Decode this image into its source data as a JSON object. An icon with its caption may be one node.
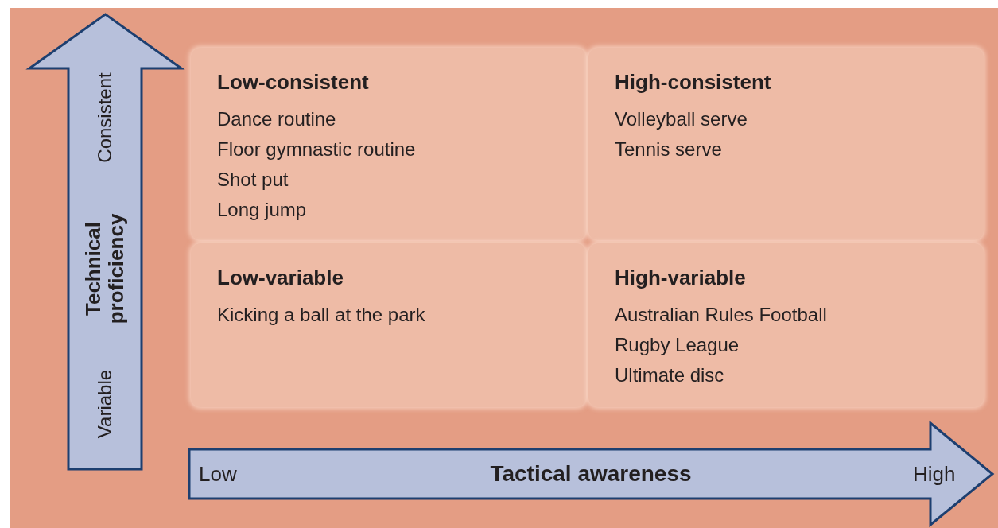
{
  "diagram": {
    "nodes": [
      {
        "text": [
          "Consistent",
          "Technical proficiency",
          "Variable"
        ]
      },
      {
        "text": [
          "Low",
          "Tactical awareness",
          "High"
        ]
      },
      {
        "text": [
          "Low-consistent",
          "Dance routine",
          "Floor gymnastic routine",
          "Shot put",
          "Long jump"
        ]
      },
      {
        "text": [
          "High-consistent",
          "Volleyball serve",
          "Tennis serve"
        ]
      },
      {
        "text": [
          "Low-variable",
          "Kicking a ball at the park"
        ]
      },
      {
        "text": [
          "High-variable",
          "Australian Rules Football",
          "Rugby League",
          "Ultimate disc"
        ]
      }
    ]
  }
}
